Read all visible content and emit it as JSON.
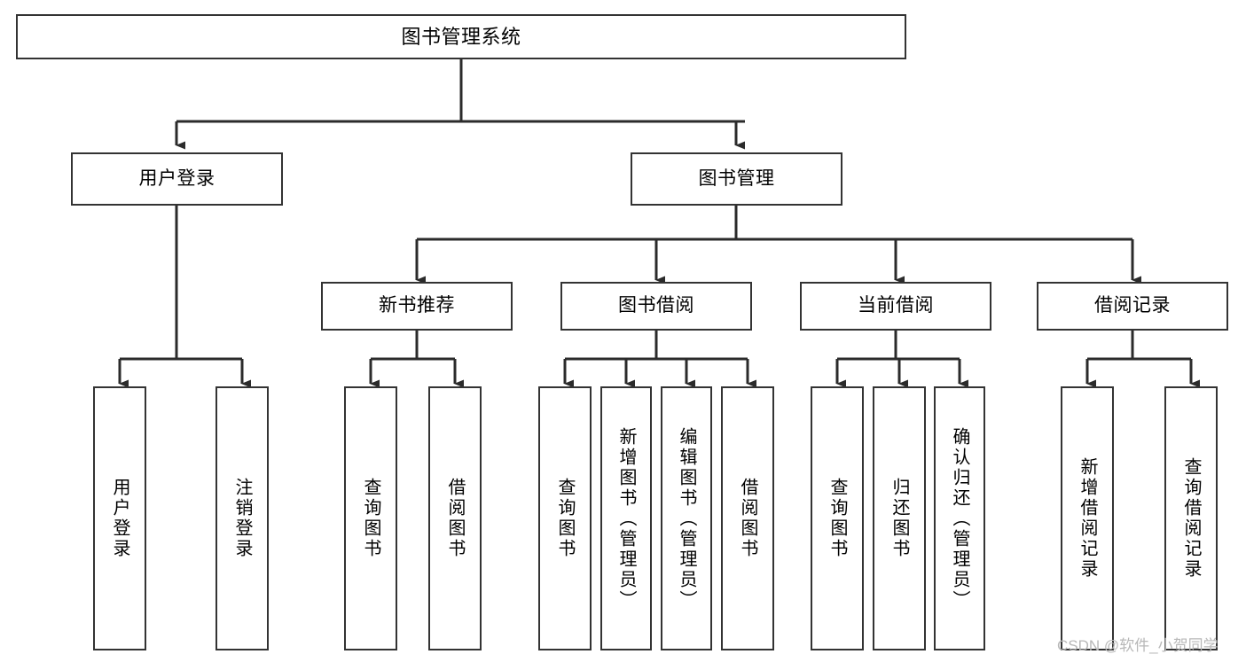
{
  "diagram": {
    "title": "图书管理系统",
    "type": "tree-hierarchy-chart",
    "watermark": "CSDN @软件_小贺同学",
    "colors": {
      "box_border": "#333333",
      "box_fill": "#ffffff",
      "connector": "#2b2b2b",
      "text": "#000000",
      "watermark": "#b8b8b8",
      "background": "#ffffff"
    }
  },
  "nodes": {
    "root": {
      "label": "图书管理系统"
    },
    "level1": [
      {
        "label": "用户登录"
      },
      {
        "label": "图书管理"
      }
    ],
    "level2": [
      {
        "label": "新书推荐"
      },
      {
        "label": "图书借阅"
      },
      {
        "label": "当前借阅"
      },
      {
        "label": "借阅记录"
      }
    ],
    "leaves": {
      "user_login": [
        {
          "label": "用户登录"
        },
        {
          "label": "注销登录"
        }
      ],
      "new_book_recommend": [
        {
          "label": "查询图书"
        },
        {
          "label": "借阅图书"
        }
      ],
      "book_borrow": [
        {
          "label": "查询图书"
        },
        {
          "label": "新增图书（管理员）"
        },
        {
          "label": "编辑图书（管理员）"
        },
        {
          "label": "借阅图书"
        }
      ],
      "current_borrow": [
        {
          "label": "查询图书"
        },
        {
          "label": "归还图书"
        },
        {
          "label": "确认归还（管理员）"
        }
      ],
      "borrow_records": [
        {
          "label": "新增借阅记录"
        },
        {
          "label": "查询借阅记录"
        }
      ]
    }
  }
}
